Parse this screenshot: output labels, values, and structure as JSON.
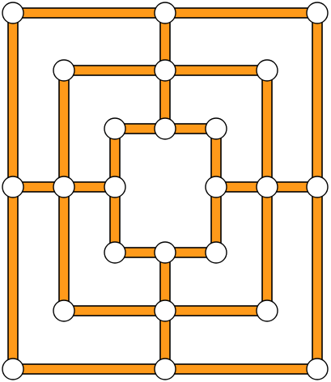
{
  "game": {
    "name": "nine-mens-morris-board",
    "colors": {
      "background": "#ffffff",
      "line_fill": "#ff9a1a",
      "line_stroke": "#000000",
      "point_fill": "#ffffff",
      "point_stroke": "#000000"
    },
    "rings": [
      "outer",
      "middle",
      "inner"
    ],
    "points_per_ring": 8,
    "pieces": []
  }
}
